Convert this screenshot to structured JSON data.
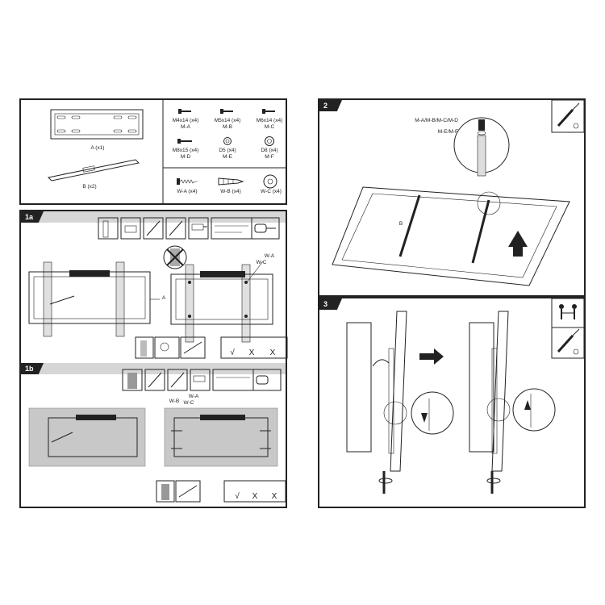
{
  "parts": {
    "bracket_a": "A (x1)",
    "rail_b": "B (x2)",
    "screws": [
      {
        "size": "M4x14 (x4)",
        "code": "M-A"
      },
      {
        "size": "M5x14 (x4)",
        "code": "M-B"
      },
      {
        "size": "M6x14 (x4)",
        "code": "M-C"
      },
      {
        "size": "M8x15 (x4)",
        "code": "M-D"
      },
      {
        "size": "D5 (x4)",
        "code": "M-E"
      },
      {
        "size": "D8 (x4)",
        "code": "M-F"
      }
    ],
    "wall_hardware": [
      {
        "label": "W-A (x4)"
      },
      {
        "label": "W-B (x4)"
      },
      {
        "label": "W-C (x4)"
      }
    ]
  },
  "step1a": {
    "number": "1a",
    "callout_a": "A",
    "callout_wa": "W-A",
    "callout_wc": "W-C",
    "check": "√",
    "cross1": "X",
    "cross2": "X"
  },
  "step1b": {
    "number": "1b",
    "callout_wb": "W-B",
    "callout_wa": "W-A",
    "callout_wc": "W-C",
    "check": "√",
    "cross1": "X",
    "cross2": "X"
  },
  "step2": {
    "number": "2",
    "callout_screws": "M-A/M-B/M-C/M-D",
    "callout_washers": "M-E/M-F",
    "callout_rail": "B"
  },
  "step3": {
    "number": "3"
  },
  "icons": {
    "screwdriver": "screwdriver-icon",
    "two_people": "two-people-icon",
    "drill": "drill-icon",
    "level": "level-icon"
  }
}
